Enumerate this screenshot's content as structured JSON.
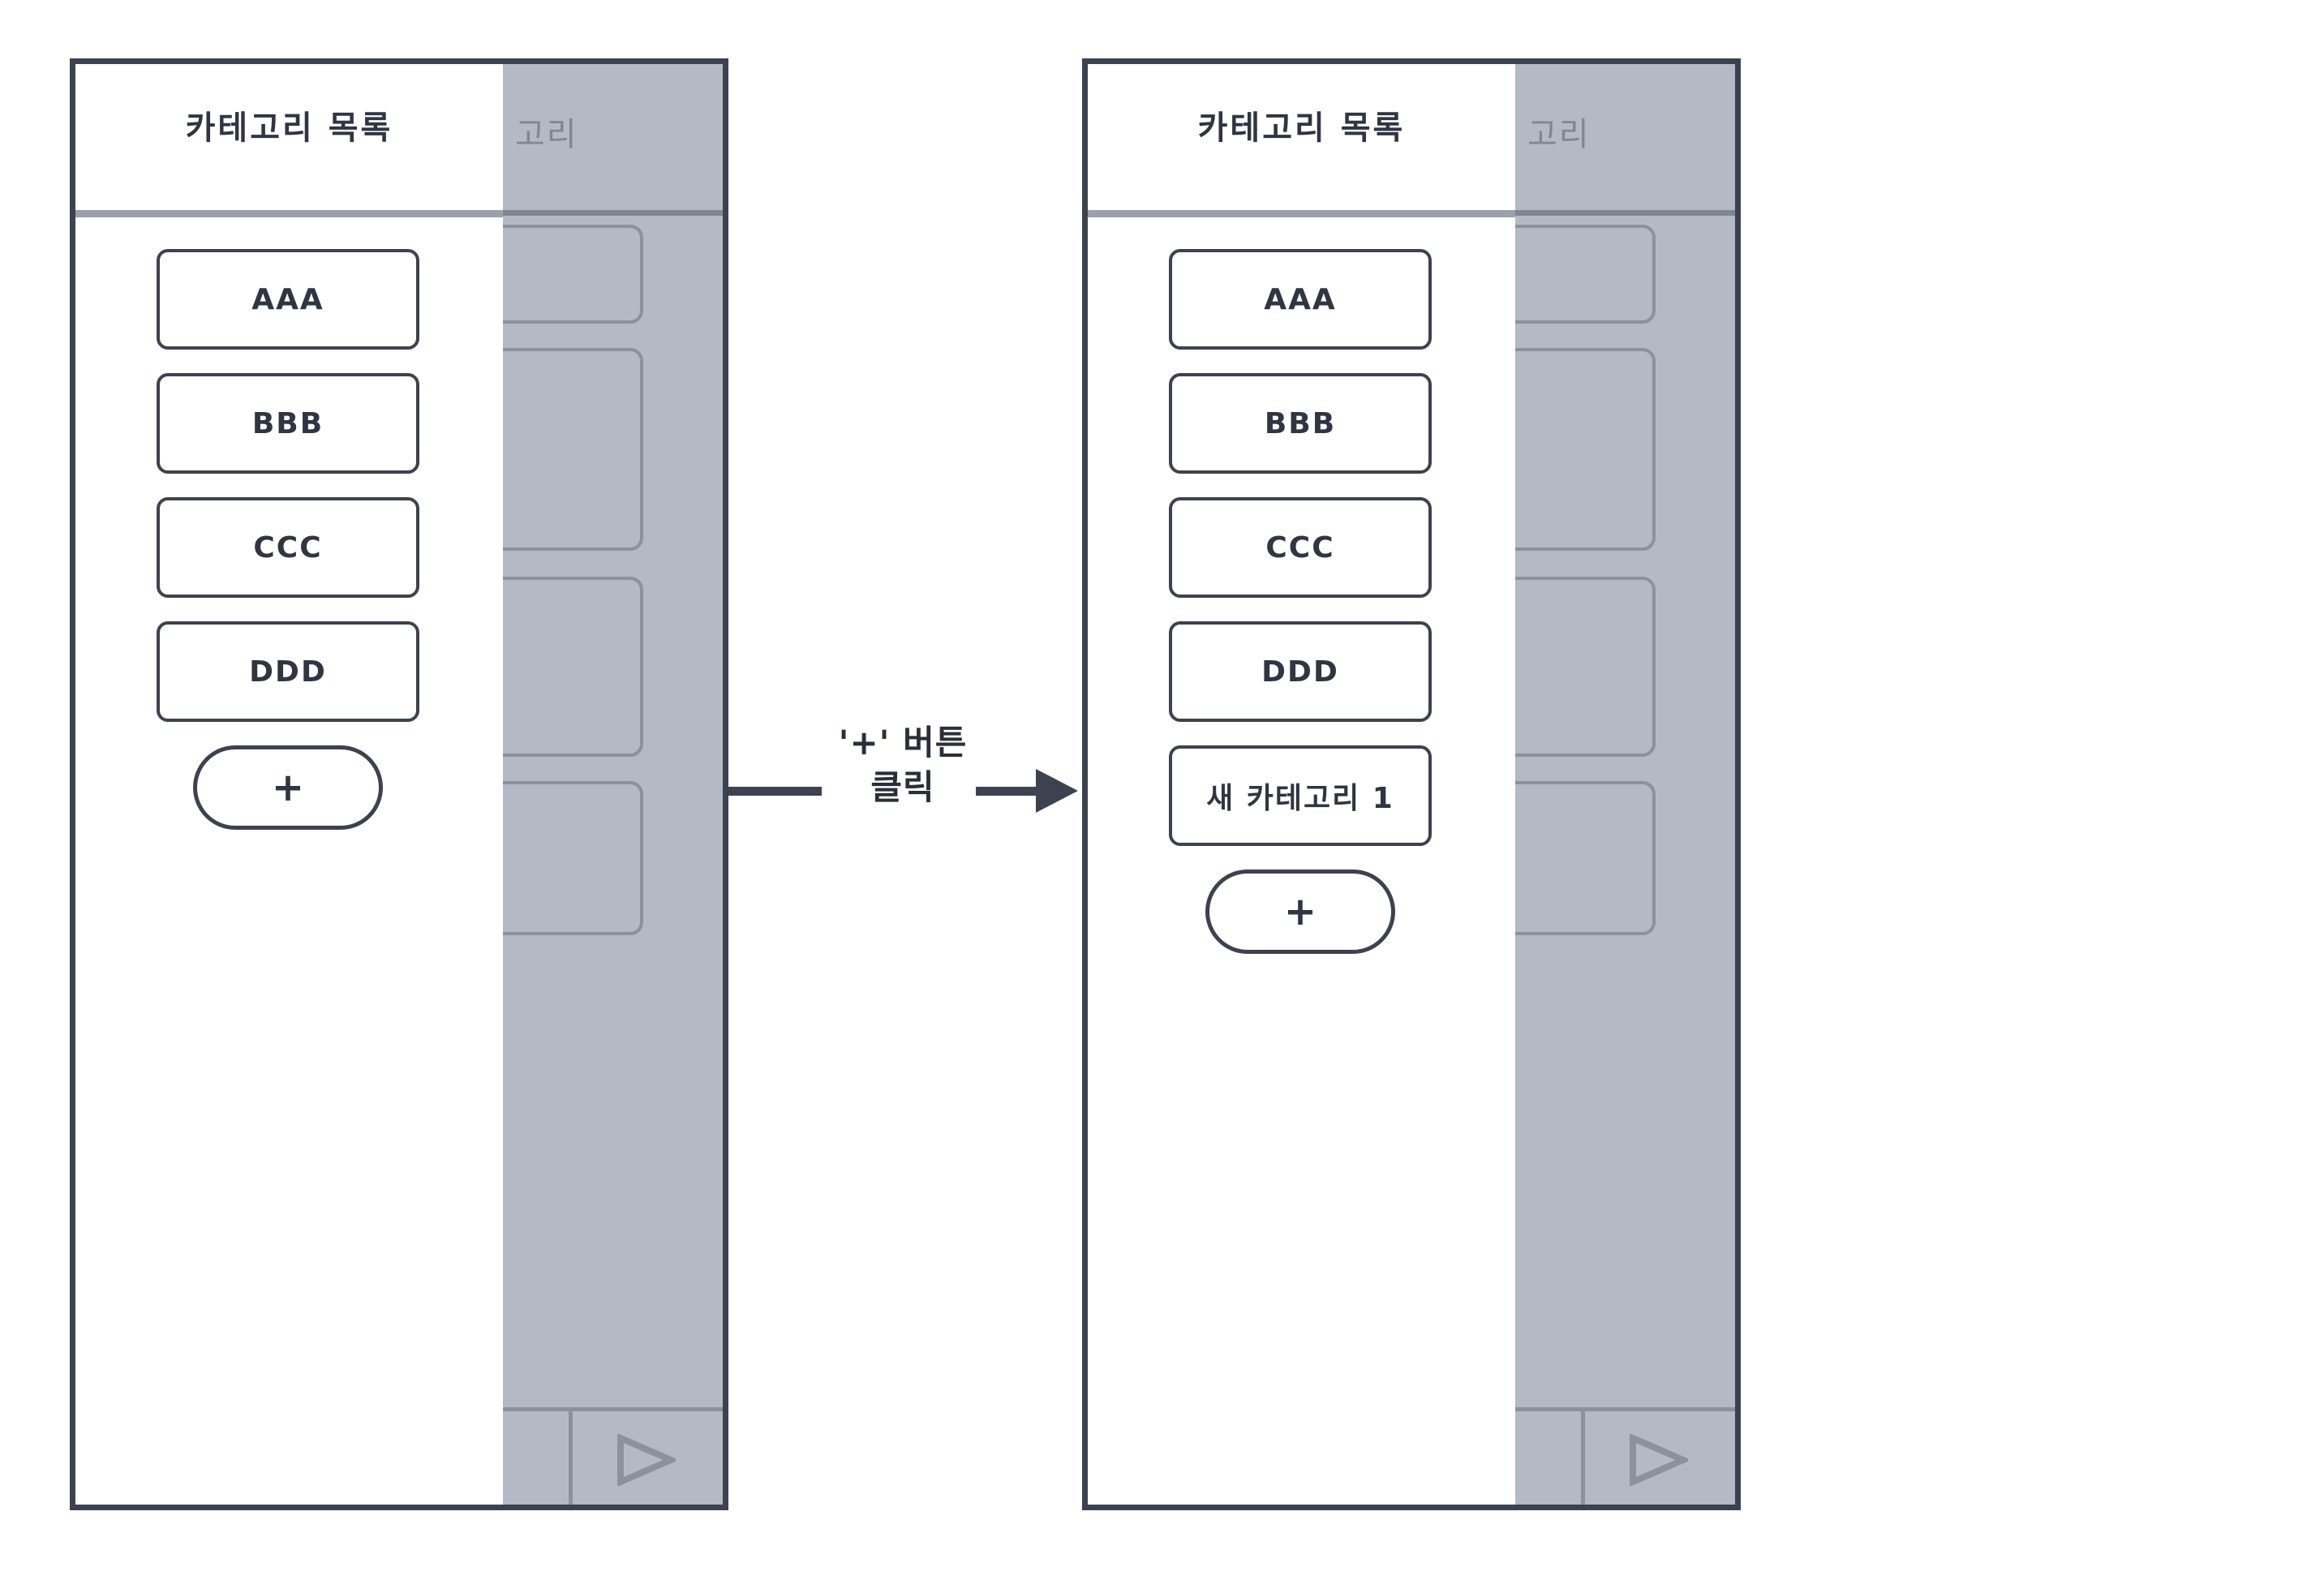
{
  "canvas": {
    "background": "#ffffff",
    "accent_dark": "#3c4250",
    "grey_panel": "#b4bac4",
    "grey_line": "#8b929d"
  },
  "panels": [
    {
      "id": "before",
      "title": "카테고리 목록",
      "background_label": "고리",
      "items": [
        "AAA",
        "BBB",
        "CCC",
        "DDD"
      ],
      "add_label": "+",
      "play_icon": "play-triangle-icon"
    },
    {
      "id": "after",
      "title": "카테고리 목록",
      "background_label": "고리",
      "items": [
        "AAA",
        "BBB",
        "CCC",
        "DDD",
        "새 카테고리 1"
      ],
      "add_label": "+",
      "play_icon": "play-triangle-icon"
    }
  ],
  "transition": {
    "label_line1": "'+' 버튼",
    "label_line2": "클릭",
    "arrow_icon": "arrow-right-icon"
  }
}
